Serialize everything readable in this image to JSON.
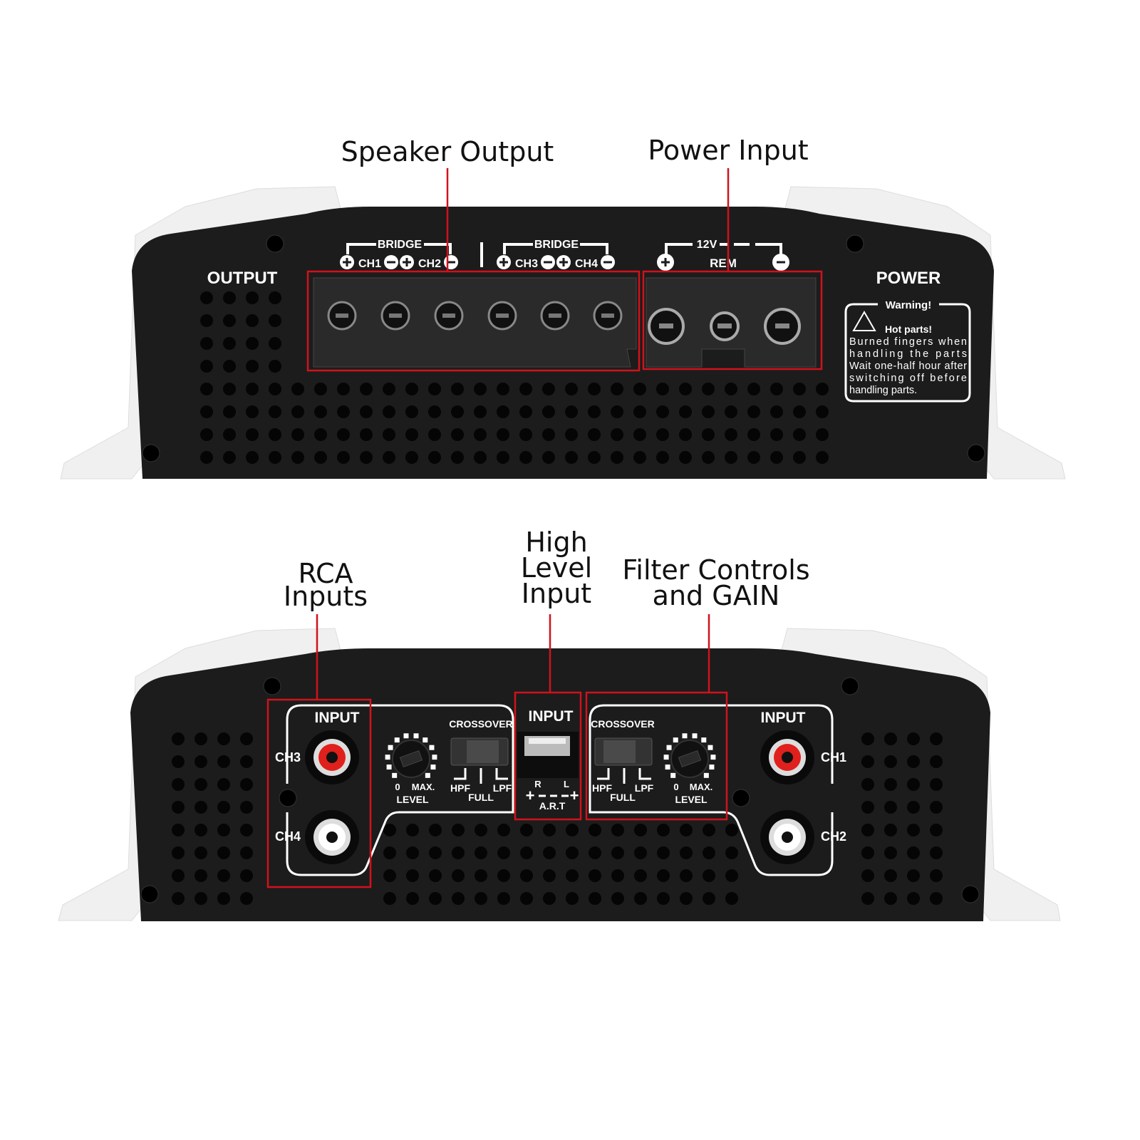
{
  "callouts": {
    "speaker_output": "Speaker Output",
    "power_input": "Power Input",
    "rca_inputs": [
      "RCA",
      "Inputs"
    ],
    "high_level_input": [
      "High",
      "Level",
      "Input"
    ],
    "filter_controls": [
      "Filter Controls",
      "and GAIN"
    ]
  },
  "top_panel": {
    "output_label": "OUTPUT",
    "power_label": "POWER",
    "bridge_left": "BRIDGE",
    "bridge_right": "BRIDGE",
    "ch1": "CH1",
    "ch2": "CH2",
    "ch3": "CH3",
    "ch4": "CH4",
    "voltage": "12V",
    "rem": "REM",
    "warning": {
      "title": "Warning!",
      "subtitle": "Hot parts!",
      "lines": [
        "Burned fingers when",
        "handling the parts",
        "Wait one-half hour after",
        "switching off before",
        "handling parts."
      ]
    }
  },
  "bottom_panel": {
    "input_left": "INPUT",
    "input_center": "INPUT",
    "input_right": "INPUT",
    "ch3": "CH3",
    "ch4": "CH4",
    "ch1": "CH1",
    "ch2": "CH2",
    "crossover": "CROSSOVER",
    "hpf": "HPF",
    "full": "FULL",
    "lpf": "LPF",
    "level_min": "0",
    "level_max": "MAX.",
    "level": "LEVEL",
    "r": "R",
    "l": "L",
    "art": "A.R.T",
    "plus": "+"
  },
  "colors": {
    "highlight": "#d0121b",
    "body": "#1c1c1c",
    "heatsink": "#f2f2f2",
    "rca_red": "#e0201c"
  }
}
